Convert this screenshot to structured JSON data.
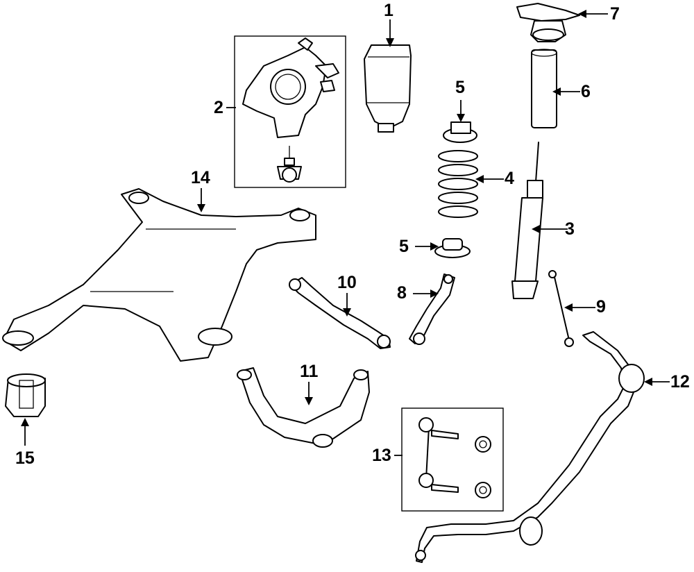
{
  "callouts": [
    {
      "id": "1",
      "label": "1"
    },
    {
      "id": "2",
      "label": "2"
    },
    {
      "id": "3",
      "label": "3"
    },
    {
      "id": "4",
      "label": "4"
    },
    {
      "id": "5a",
      "label": "5"
    },
    {
      "id": "5b",
      "label": "5"
    },
    {
      "id": "6",
      "label": "6"
    },
    {
      "id": "7",
      "label": "7"
    },
    {
      "id": "8",
      "label": "8"
    },
    {
      "id": "9",
      "label": "9"
    },
    {
      "id": "10",
      "label": "10"
    },
    {
      "id": "11",
      "label": "11"
    },
    {
      "id": "12",
      "label": "12"
    },
    {
      "id": "13",
      "label": "13"
    },
    {
      "id": "14",
      "label": "14"
    },
    {
      "id": "15",
      "label": "15"
    }
  ]
}
